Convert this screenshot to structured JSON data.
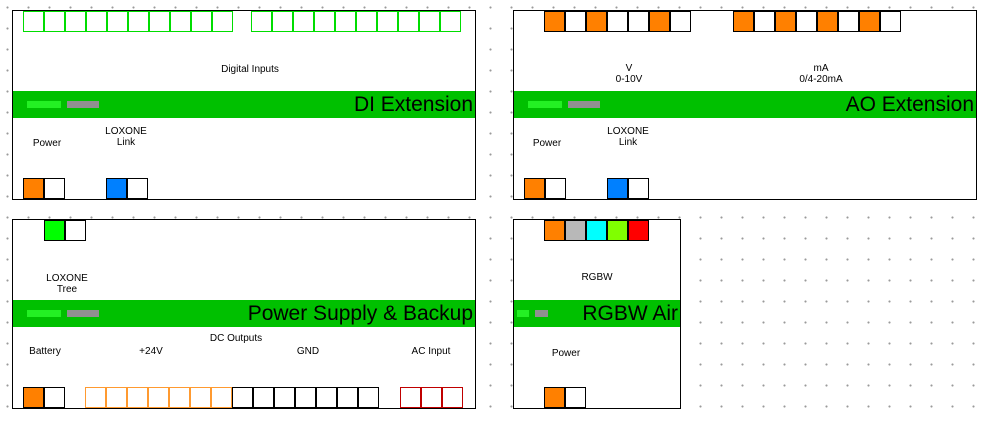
{
  "modules": {
    "di": {
      "title": "DI Extension",
      "digital_inputs": "Digital Inputs",
      "power": "Power",
      "link": "LOXONE\nLink"
    },
    "ao": {
      "title": "AO Extension",
      "voltage": "V\n0-10V",
      "current": "mA\n0/4-20mA",
      "power": "Power",
      "link": "LOXONE\nLink"
    },
    "ps": {
      "title": "Power Supply & Backup",
      "tree": "LOXONE\nTree",
      "battery": "Battery",
      "plus24": "+24V",
      "dc_outputs": "DC Outputs",
      "gnd": "GND",
      "ac_input": "AC Input"
    },
    "rgbw": {
      "title": "RGBW Air",
      "rgbw": "RGBW",
      "power": "Power"
    }
  },
  "colors": {
    "bar": "#00c000",
    "power": "#ff8000",
    "link": "#0080ff",
    "tree": "#00ff00",
    "digital_input": "#00dd00",
    "plus24": "#ff9a30",
    "ac_input": "#c00000"
  }
}
